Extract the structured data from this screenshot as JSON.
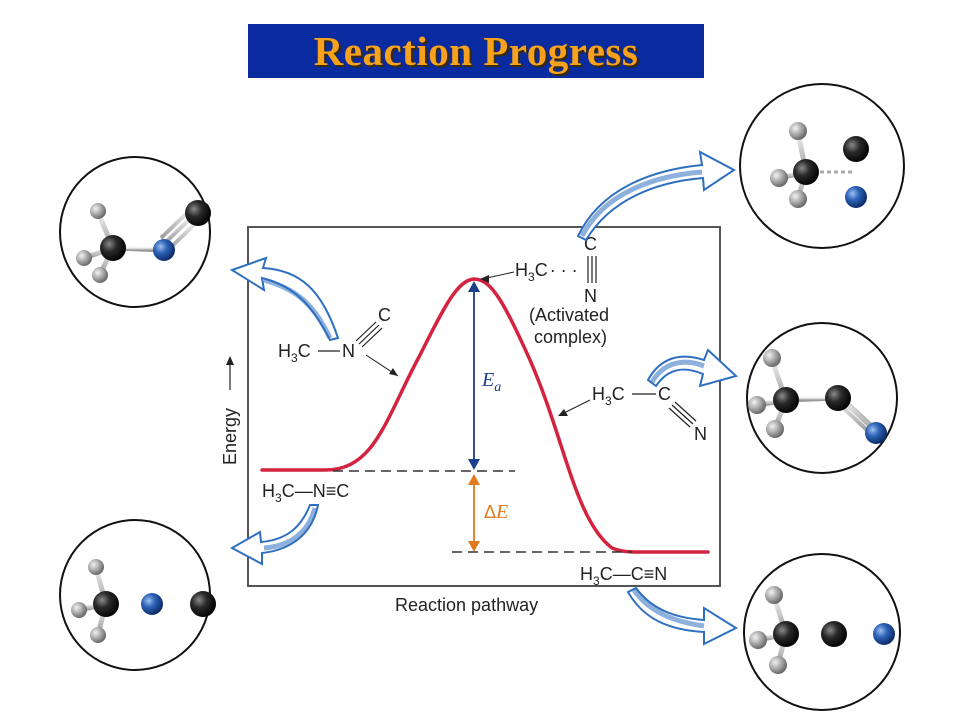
{
  "title": "Reaction Progress",
  "colors": {
    "title_bg": "#0a2aa0",
    "title_text": "#f6a21e",
    "curve": "#d3233f",
    "ea_arrow": "#1c3f8a",
    "de_arrow": "#e07a1c",
    "callout_arrow": "#3a7cc8",
    "carbon": "#1a1a1a",
    "nitrogen": "#2457a8",
    "hydrogen": "#a8a8a8"
  },
  "axes": {
    "y_label": "Energy",
    "x_label": "Reaction pathway"
  },
  "labels": {
    "reactant": {
      "h": "H",
      "sub": "3",
      "c": "C",
      "bond": "—",
      "n": "N",
      "triple": "≡",
      "end": "C"
    },
    "reactant_bent": {
      "h": "H",
      "sub": "3",
      "c": "C",
      "n": "N",
      "end": "C"
    },
    "activated": {
      "h": "H",
      "sub": "3",
      "c": "C",
      "dots": "· · ·",
      "top": "C",
      "bottom": "N",
      "note1": "(Activated",
      "note2": "complex)"
    },
    "product_bent": {
      "h": "H",
      "sub": "3",
      "c": "C",
      "bond": "—",
      "mid": "C",
      "end": "N"
    },
    "product": {
      "h": "H",
      "sub": "3",
      "c": "C",
      "bond": "—",
      "mid": "C",
      "triple": "≡",
      "end": "N"
    },
    "ea": {
      "main": "E",
      "sub": "a"
    },
    "de": {
      "delta": "Δ",
      "main": "E"
    }
  },
  "molecules": [
    {
      "id": "bent-isocyanide",
      "desc": "H3C–N≡C bending"
    },
    {
      "id": "activated-complex",
      "desc": "H3C···CN"
    },
    {
      "id": "bent-cyanide",
      "desc": "H3C–C≡N bending"
    },
    {
      "id": "isocyanide",
      "desc": "H3C–N≡C"
    },
    {
      "id": "acetonitrile",
      "desc": "H3C–C≡N"
    }
  ]
}
